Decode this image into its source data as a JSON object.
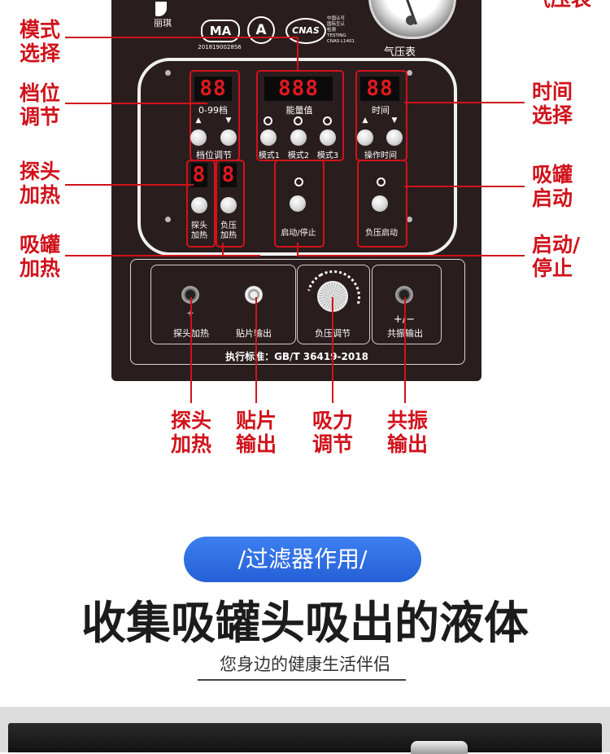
{
  "top_partial": "气压表",
  "gauge_label": "气压表",
  "brand": "丽琪",
  "cert": {
    "ma": "MA",
    "ma_number": "2018190028S6",
    "ca": "A",
    "cnas": "CNAS",
    "testing_lines": [
      "中国认可",
      "国际互认",
      "检测",
      "TESTING",
      "CNAS L1401"
    ]
  },
  "displays": {
    "gear": {
      "digits": "88",
      "label": "0-99档"
    },
    "energy": {
      "digits": "888",
      "label": "能量值"
    },
    "time": {
      "digits": "88",
      "label": "时间"
    },
    "probe": {
      "digits": "8"
    },
    "neg": {
      "digits": "8"
    }
  },
  "panel_labels": {
    "gear_adjust": "档位调节",
    "mode1": "模式1",
    "mode2": "模式2",
    "mode3": "模式3",
    "op_time": "操作时间",
    "probe_heat": "探头加热",
    "neg_heat": "负压加热",
    "start_stop": "启动/停止",
    "neg_start": "负压启动",
    "probe_heat_lower": "探头加热",
    "patch_output": "贴片输出",
    "neg_adjust": "负压调节",
    "reso_output": "共振输出",
    "plus_minus": "+/−",
    "standard": "执行标准：GB/T 36419-2018"
  },
  "callouts": {
    "mode_select": [
      "模式",
      "选择"
    ],
    "gear_adjust": [
      "档位",
      "调节"
    ],
    "probe_heat": [
      "探头",
      "加热"
    ],
    "can_heat": [
      "吸罐",
      "加热"
    ],
    "time_select": [
      "时间",
      "选择"
    ],
    "can_start": [
      "吸罐",
      "启动"
    ],
    "start_stop": [
      "启动/",
      "停止"
    ],
    "bottom_probe": [
      "探头",
      "加热"
    ],
    "bottom_patch": [
      "贴片",
      "输出"
    ],
    "bottom_suction": [
      "吸力",
      "调节"
    ],
    "bottom_reso": [
      "共振",
      "输出"
    ]
  },
  "section": {
    "pill": "/过滤器作用/",
    "headline": "收集吸罐头吸出的液体",
    "subtitle": "您身边的健康生活伴侣"
  },
  "colors": {
    "accent_red": "#d0121b",
    "pill_blue": "#2f6fe0",
    "panel": "#2a1d1d"
  }
}
